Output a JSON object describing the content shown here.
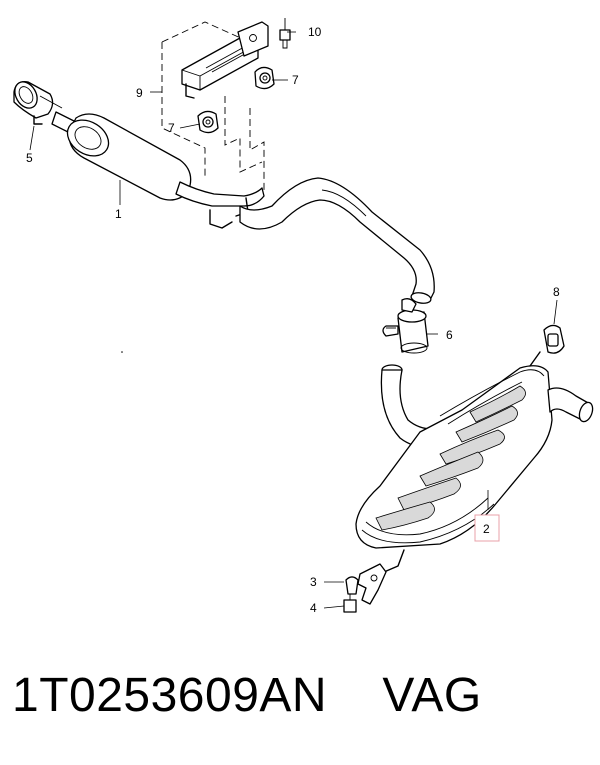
{
  "callouts": {
    "c1": "1",
    "c2": "2",
    "c3": "3",
    "c4": "4",
    "c5": "5",
    "c6": "6",
    "c7a": "7",
    "c7b": "7",
    "c8": "8",
    "c9": "9",
    "c10": "10"
  },
  "highlight_color": "#e8a0a8",
  "footer": {
    "part_number": "1T0253609AN    VAG"
  }
}
